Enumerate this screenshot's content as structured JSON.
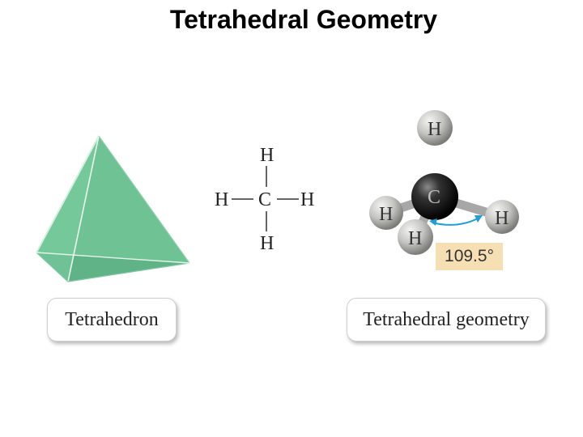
{
  "title": "Tetrahedral Geometry",
  "lewis_structure": {
    "center": "C",
    "top": "H",
    "bottom": "H",
    "left": "H",
    "right": "H"
  },
  "molecule_model": {
    "center_atom": "C",
    "atoms": [
      "H",
      "H",
      "H",
      "H"
    ],
    "bond_angle": "109.5°"
  },
  "labels": {
    "left": "Tetrahedron",
    "right": "Tetrahedral geometry"
  },
  "colors": {
    "tetrahedron_fill": "#6dbf95",
    "carbon": "#222222",
    "hydrogen": "#c8c8c4",
    "angle_arrow": "#1f9ed8",
    "angle_box": "#f7dfb4"
  }
}
